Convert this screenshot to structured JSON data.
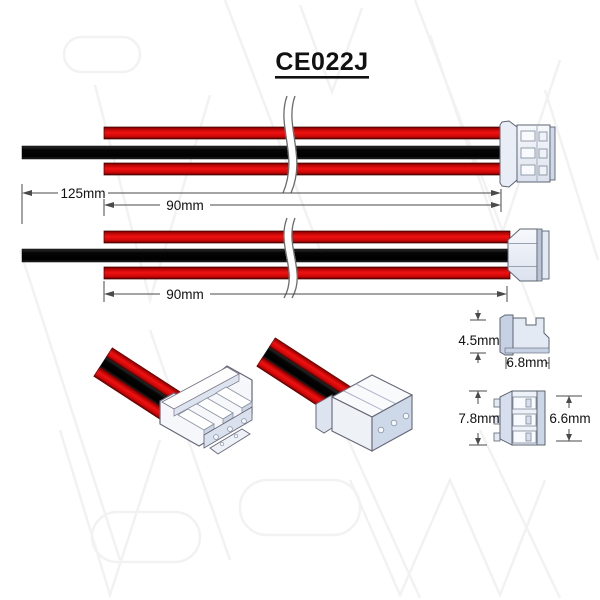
{
  "title": "CE022J",
  "labels": {
    "dim_black_total": "125mm",
    "dim_red_top": "90mm",
    "dim_red_bottom": "90mm",
    "dim_conn_height": "4.5mm",
    "dim_conn_depth": "6.8mm",
    "dim_conn_width": "7.8mm",
    "dim_conn_inner": "6.6mm"
  },
  "diagram": {
    "type": "cable-assembly-technical-drawing",
    "part_number": "CE022J",
    "wires": [
      {
        "color": "red",
        "position": "top",
        "length": "90mm"
      },
      {
        "color": "black",
        "position": "middle",
        "length": "125mm"
      },
      {
        "color": "red",
        "position": "bottom",
        "length": "90mm"
      }
    ],
    "connector": {
      "pins": 3,
      "height": "4.5mm",
      "depth": "6.8mm",
      "width": "7.8mm",
      "inner_width": "6.6mm"
    },
    "colors": {
      "wire_red": "#dd0000",
      "wire_black": "#000000",
      "connector_light": "#eef2f8",
      "connector_shade": "#ccd7e8",
      "outline": "#5b6472",
      "dimension_line": "#4a4a4a",
      "watermark": "#f2f2f2"
    }
  }
}
